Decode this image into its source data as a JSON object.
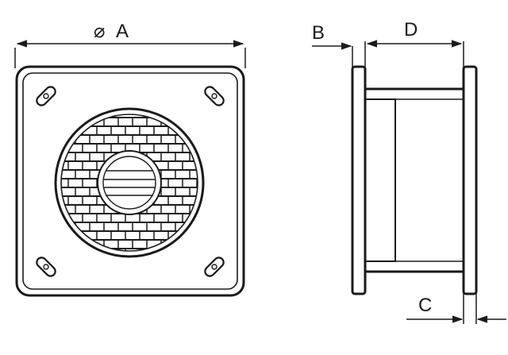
{
  "labels": {
    "diameter_symbol": "⌀",
    "dim_a": "A",
    "dim_b": "B",
    "dim_c": "C",
    "dim_d": "D"
  },
  "colors": {
    "line": "#1a1a1a",
    "background": "#ffffff"
  }
}
